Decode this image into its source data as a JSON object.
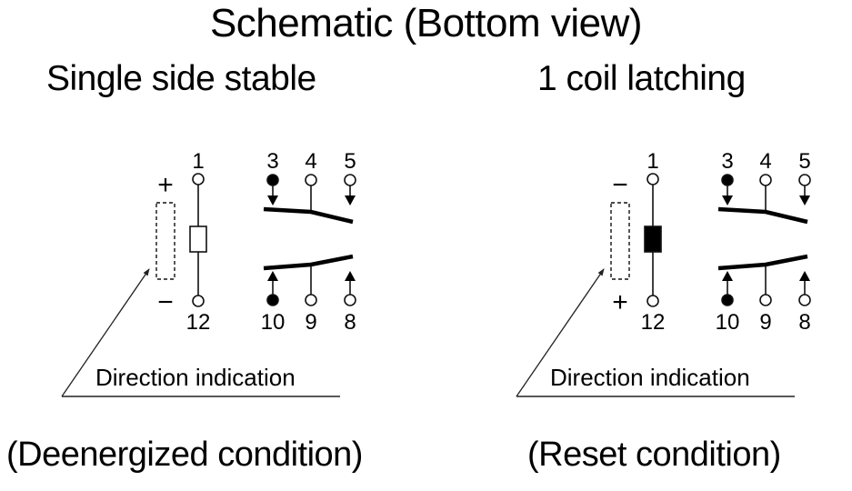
{
  "title": "Schematic (Bottom view)",
  "diagrams": [
    {
      "subtitle": "Single side stable",
      "caption": "(Deenergized condition)",
      "coil_style": "hollow",
      "polarity_top": "+",
      "polarity_bottom": "−",
      "direction_label": "Direction indication",
      "terminals": {
        "coil_top": "1",
        "coil_bottom": "12",
        "top_row": [
          "3",
          "4",
          "5"
        ],
        "bottom_row": [
          "10",
          "9",
          "8"
        ]
      },
      "filled_terminals": [
        "3",
        "10"
      ]
    },
    {
      "subtitle": "1 coil latching",
      "caption": "(Reset condition)",
      "coil_style": "filled",
      "polarity_top": "−",
      "polarity_bottom": "+",
      "direction_label": "Direction indication",
      "terminals": {
        "coil_top": "1",
        "coil_bottom": "12",
        "top_row": [
          "3",
          "4",
          "5"
        ],
        "bottom_row": [
          "10",
          "9",
          "8"
        ]
      },
      "filled_terminals": [
        "3",
        "10"
      ]
    }
  ]
}
